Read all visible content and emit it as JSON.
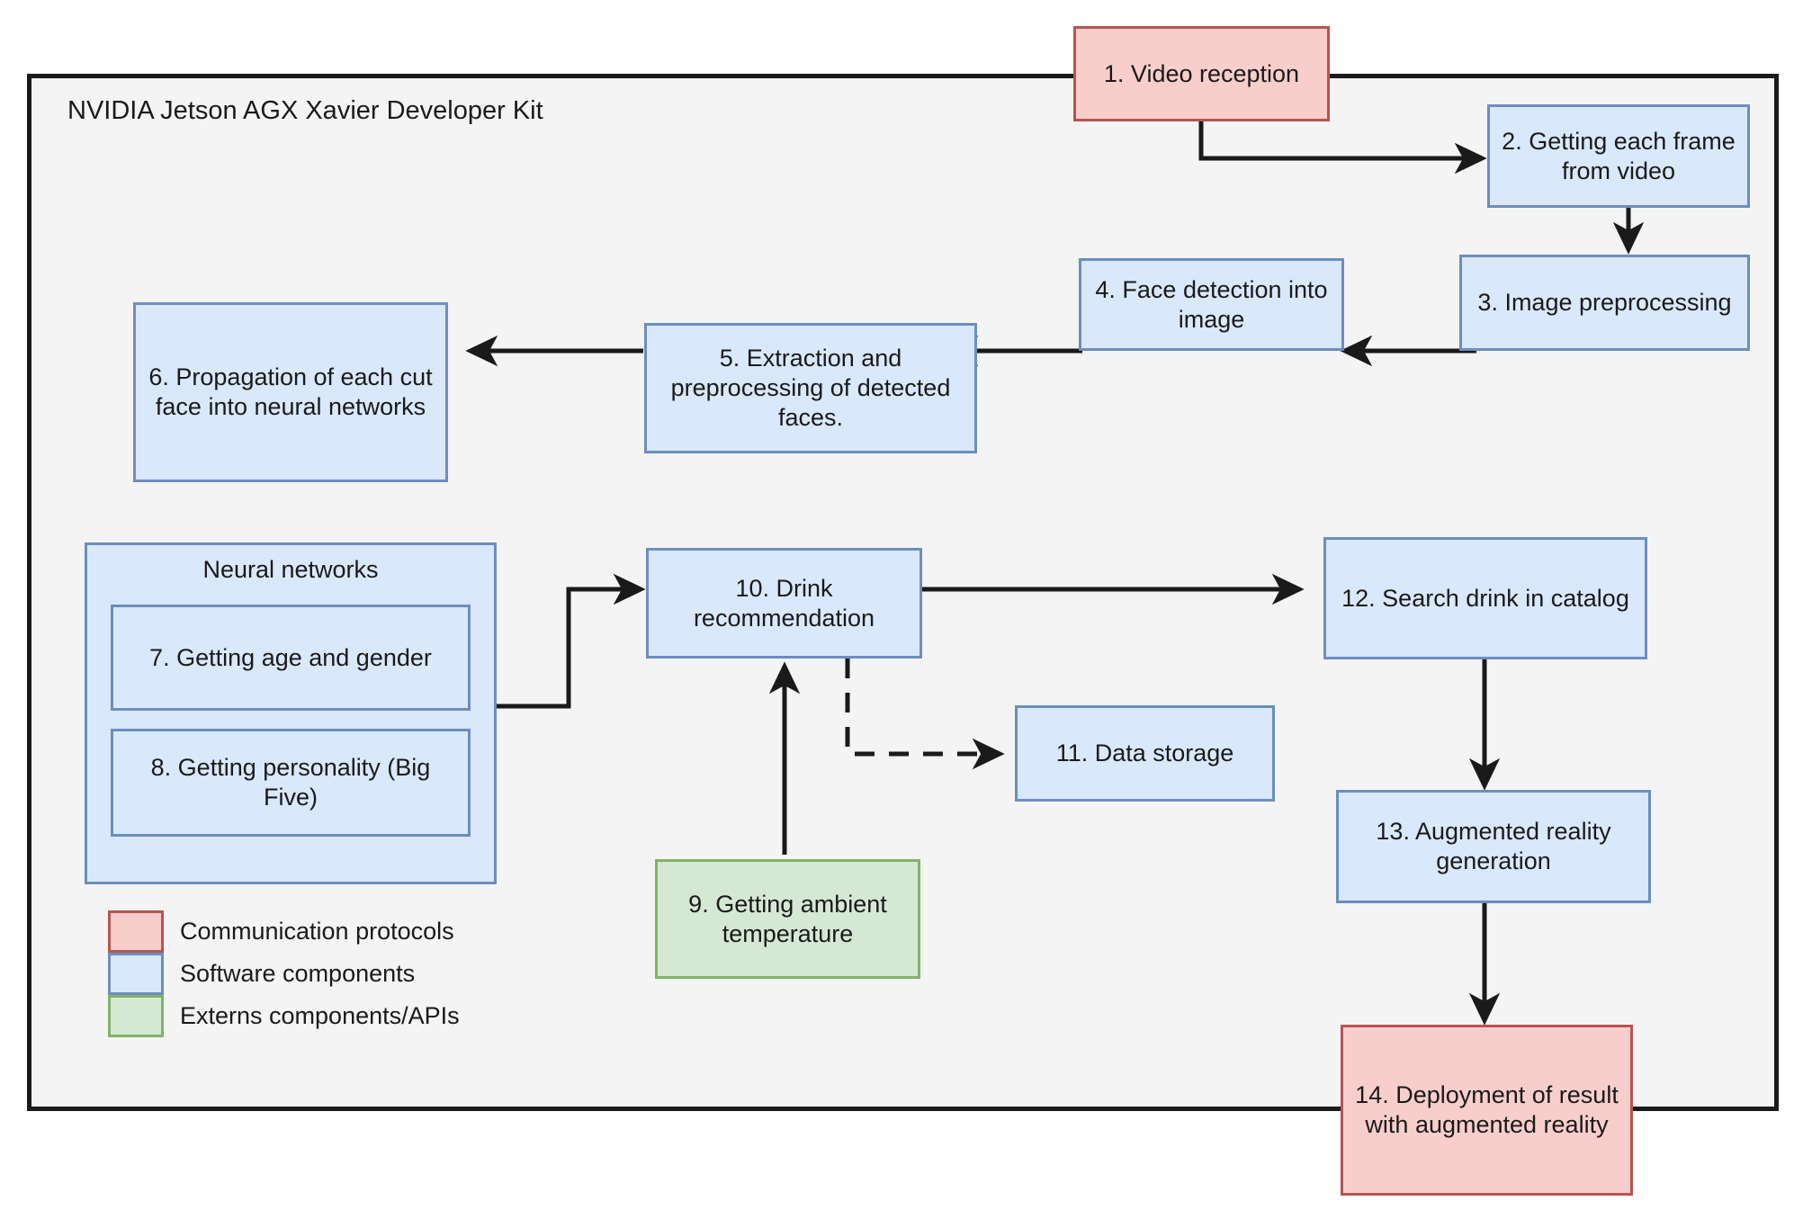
{
  "diagram": {
    "container": {
      "title": "NVIDIA Jetson AGX Xavier Developer Kit"
    },
    "group": {
      "title": "Neural networks"
    },
    "nodes": {
      "n1": {
        "label": "1. Video reception",
        "kind": "communication-protocol"
      },
      "n2": {
        "label": "2. Getting each frame from video",
        "kind": "software-component"
      },
      "n3": {
        "label": "3. Image preprocessing",
        "kind": "software-component"
      },
      "n4": {
        "label": "4. Face detection into image",
        "kind": "software-component"
      },
      "n5": {
        "label": "5. Extraction and preprocessing of detected faces.",
        "kind": "software-component"
      },
      "n6": {
        "label": "6. Propagation of each cut face into neural networks",
        "kind": "software-component"
      },
      "n7": {
        "label": "7. Getting age and gender",
        "kind": "software-component"
      },
      "n8": {
        "label": "8. Getting personality (Big Five)",
        "kind": "software-component"
      },
      "n9": {
        "label": "9. Getting ambient temperature",
        "kind": "extern-component"
      },
      "n10": {
        "label": "10. Drink recommendation",
        "kind": "software-component"
      },
      "n11": {
        "label": "11. Data storage",
        "kind": "software-component"
      },
      "n12": {
        "label": "12. Search drink in catalog",
        "kind": "software-component"
      },
      "n13": {
        "label": "13. Augmented reality generation",
        "kind": "software-component"
      },
      "n14": {
        "label": "14. Deployment of result with augmented reality",
        "kind": "communication-protocol"
      }
    },
    "legend": {
      "items": [
        {
          "label": "Communication protocols",
          "color": "#f8cecc",
          "border": "#b85450"
        },
        {
          "label": "Software components",
          "color": "#dae8fc",
          "border": "#6c8ebf"
        },
        {
          "label": "Externs components/APIs",
          "color": "#d5e8d4",
          "border": "#82b366"
        }
      ]
    },
    "colors": {
      "communication_fill": "#f8cecc",
      "communication_border": "#b85450",
      "software_fill": "#dae8fc",
      "software_border": "#6c8ebf",
      "extern_fill": "#d5e8d4",
      "extern_border": "#82b366",
      "container_fill": "#f4f4f4",
      "container_border": "#1a1a1a",
      "edge": "#1a1a1a",
      "page_background": "#ffffff"
    },
    "edges": [
      {
        "from": "n1",
        "to": "n2",
        "style": "solid"
      },
      {
        "from": "n2",
        "to": "n3",
        "style": "solid"
      },
      {
        "from": "n3",
        "to": "n4",
        "style": "solid"
      },
      {
        "from": "n4",
        "to": "n5",
        "style": "solid"
      },
      {
        "from": "n5",
        "to": "n6",
        "style": "solid"
      },
      {
        "from": "n6",
        "to": "neural-networks-group",
        "style": "solid"
      },
      {
        "from": "neural-networks-group",
        "to": "n10",
        "style": "solid"
      },
      {
        "from": "n9",
        "to": "n10",
        "style": "solid"
      },
      {
        "from": "n10",
        "to": "n11",
        "style": "dashed"
      },
      {
        "from": "n10",
        "to": "n12",
        "style": "solid"
      },
      {
        "from": "n12",
        "to": "n13",
        "style": "solid"
      },
      {
        "from": "n13",
        "to": "n14",
        "style": "solid"
      }
    ]
  }
}
